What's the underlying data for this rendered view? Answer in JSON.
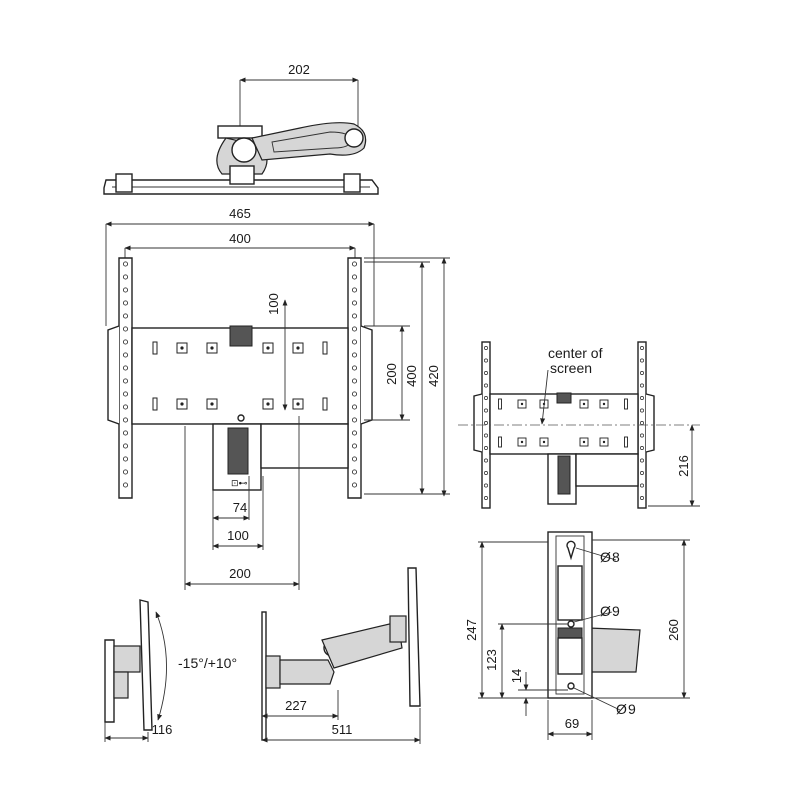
{
  "dimensions": {
    "top_view_offset": "202",
    "overall_width": "465",
    "rail_spacing": "400",
    "vertical_step": "100",
    "hole_spacing_200": "200",
    "rail_height_400": "400",
    "overall_height": "420",
    "center_height": "216",
    "bracket_74": "74",
    "bracket_100": "100",
    "bottom_200": "200",
    "wall_plate_247": "247",
    "wall_plate_123": "123",
    "wall_plate_14": "14",
    "wall_plate_260": "260",
    "wall_plate_69": "69",
    "profile_depth_116": "116",
    "arm_min_227": "227",
    "arm_max_511": "511"
  },
  "labels": {
    "center_of_screen_line1": "center of",
    "center_of_screen_line2": "screen",
    "tilt_range": "-15°/+10°",
    "hole_8": "8",
    "hole_9a": "9",
    "hole_9b": "9",
    "diameter_symbol": "Ø"
  }
}
